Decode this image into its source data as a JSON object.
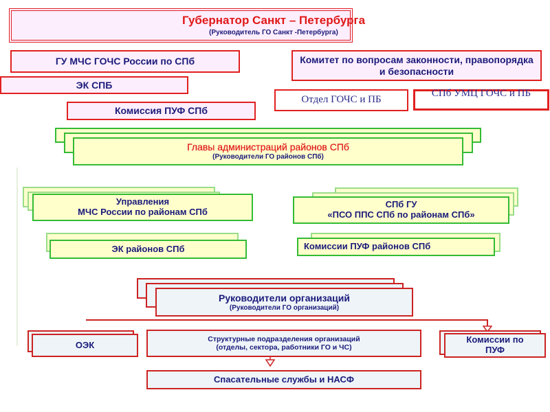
{
  "governor": {
    "title": "Губернатор Санкт – Петербурга",
    "subtitle": "(Руководитель ГО Санкт -Петербурга)"
  },
  "left_city": {
    "gu_mchs": "ГУ  МЧС ГОЧС  России по СПб",
    "ek_spb": "ЭК СПБ",
    "puf_commission": "Комиссия ПУФ СПб"
  },
  "right_city": {
    "committee": "Комитет по вопросам законности, правопорядка и безопасности",
    "gochs_dept": "Отдел ГОЧС и ПБ",
    "umc": "СПб УМЦ ГОЧС и ПБ"
  },
  "district_heads": {
    "title": "Главы  администраций  районов  СПб",
    "subtitle": "(Руководители  ГО  районов   СПб)"
  },
  "district_left": {
    "mchs_line1": "Управления",
    "mchs_line2": "МЧС  России по районам СПб",
    "ek_districts": "ЭК районов СПб"
  },
  "district_right": {
    "pso_line1": "СПб  ГУ",
    "pso_line2": "«ПСО  ППС СПб по районам СПб»",
    "puf_districts": "Комиссии ПУФ районов СПб"
  },
  "org_heads": {
    "title": "Руководители  организаций",
    "subtitle": "(Руководители  ГО организаций)"
  },
  "org_level": {
    "oek": "ОЭК",
    "structural_line1": "Структурные подразделения организаций",
    "structural_line2": "(отделы, сектора, работники ГО и ЧС)",
    "puf_commissions": "Комиссии  по ПУФ",
    "rescue": "Спасательные  службы  и   НАСФ"
  },
  "colors": {
    "red_border": "#e02020",
    "green_border": "#33bb33",
    "navy_text": "#1a1a7a",
    "red_text": "#e01818",
    "pink_fill": "#fdeefd",
    "yellow_fill": "#ffffcc",
    "blue_fill": "#eef4f8"
  }
}
